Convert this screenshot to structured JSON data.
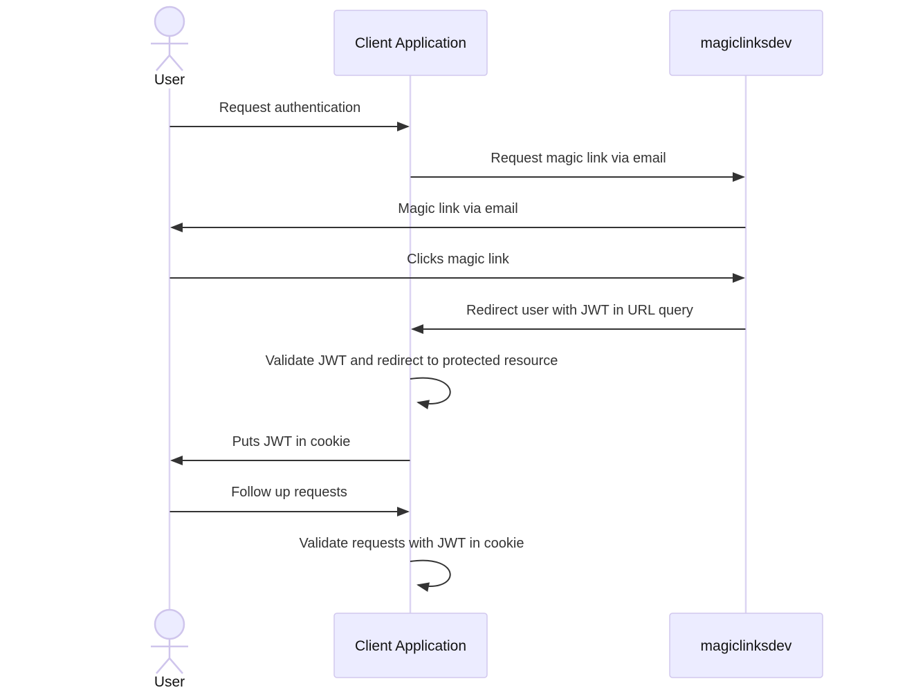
{
  "diagram": {
    "type": "sequence-diagram",
    "participants": {
      "user": {
        "label": "User",
        "kind": "actor"
      },
      "client": {
        "label": "Client Application",
        "kind": "participant"
      },
      "service": {
        "label": "magiclinksdev",
        "kind": "participant"
      }
    },
    "messages": [
      {
        "from": "User",
        "to": "Client Application",
        "label": "Request authentication",
        "arrow": "solid-right"
      },
      {
        "from": "Client Application",
        "to": "magiclinksdev",
        "label": "Request magic link via email",
        "arrow": "solid-right"
      },
      {
        "from": "magiclinksdev",
        "to": "User",
        "label": "Magic link via email",
        "arrow": "solid-left"
      },
      {
        "from": "User",
        "to": "magiclinksdev",
        "label": "Clicks magic link",
        "arrow": "solid-right"
      },
      {
        "from": "magiclinksdev",
        "to": "Client Application",
        "label": "Redirect user with JWT in URL query",
        "arrow": "solid-left"
      },
      {
        "from": "Client Application",
        "to": "Client Application",
        "label": "Validate JWT and redirect to protected resource",
        "arrow": "self-loop"
      },
      {
        "from": "Client Application",
        "to": "User",
        "label": "Puts JWT in cookie",
        "arrow": "solid-left"
      },
      {
        "from": "User",
        "to": "Client Application",
        "label": "Follow up requests",
        "arrow": "solid-right"
      },
      {
        "from": "Client Application",
        "to": "Client Application",
        "label": "Validate requests with JWT in cookie",
        "arrow": "self-loop"
      }
    ],
    "colors": {
      "background": "#FFFFFF",
      "participant_fill": "#ECECFF",
      "participant_border": "#D2C8EE",
      "actor_stroke": "#CFC5EC",
      "lifeline": "#DCD4F2",
      "message_line": "#333333",
      "message_text": "#333333",
      "participant_text": "#111111"
    }
  }
}
